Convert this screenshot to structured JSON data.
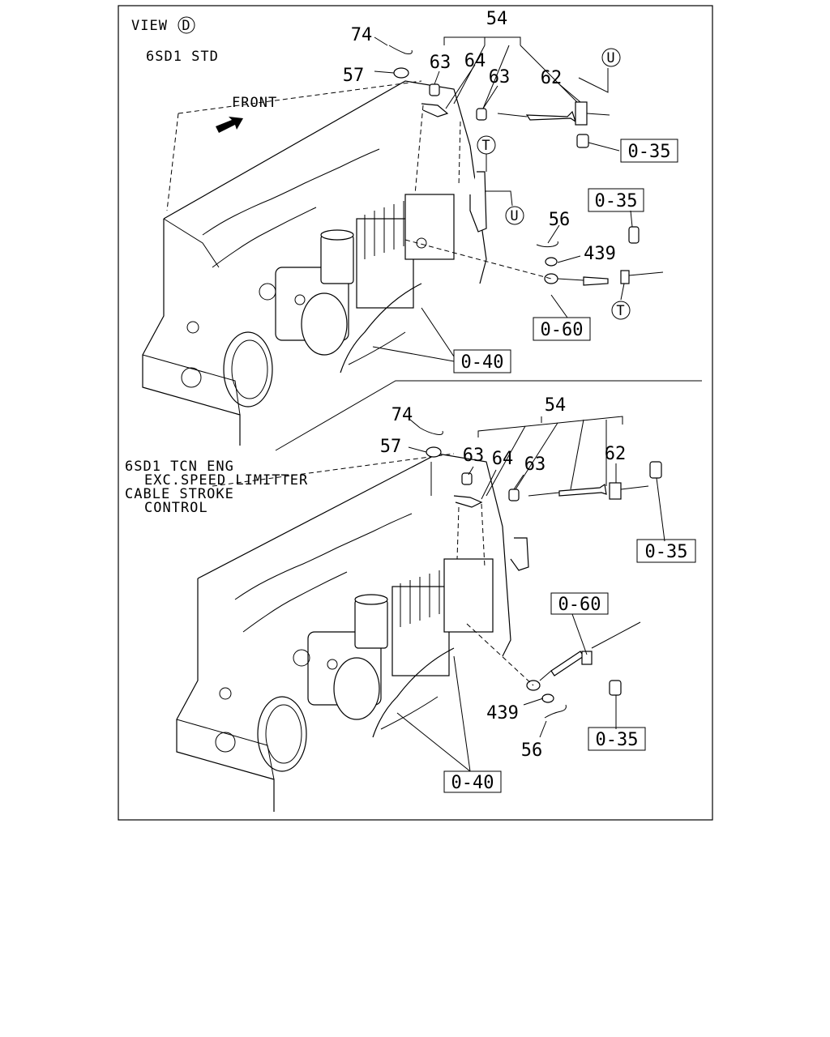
{
  "view": {
    "prefix": "VIEW",
    "letter": "D"
  },
  "top": {
    "variant": "6SD1 STD",
    "front": "FRONT",
    "callouts": {
      "c54": "54",
      "c74": "74",
      "c57": "57",
      "c63a": "63",
      "c64": "64",
      "c63b": "63",
      "c62": "62",
      "c56": "56",
      "c439": "439"
    },
    "markers": {
      "u1": "U",
      "u2": "U",
      "t1": "T",
      "t2": "T"
    },
    "boxes": {
      "b035a": "0-35",
      "b035b": "0-35",
      "b060": "0-60",
      "b040": "0-40"
    }
  },
  "bottom": {
    "variant_lines": [
      "6SD1 TCN ENG",
      "EXC.SPEED LIMITTER",
      "CABLE STROKE",
      "CONTROL"
    ],
    "callouts": {
      "c54": "54",
      "c74": "74",
      "c57": "57",
      "c63a": "63",
      "c64": "64",
      "c63b": "63",
      "c62": "62",
      "c439": "439",
      "c56": "56"
    },
    "boxes": {
      "b035a": "0-35",
      "b060": "0-60",
      "b035b": "0-35",
      "b040": "0-40"
    }
  }
}
